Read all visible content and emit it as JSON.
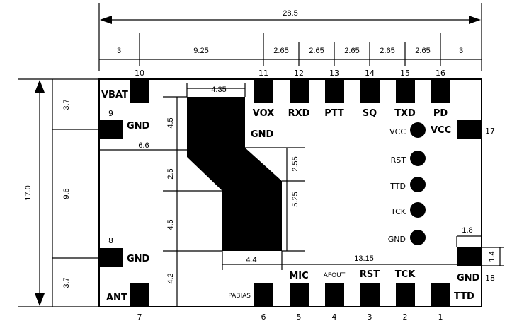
{
  "overall_width": "28.5",
  "top_dims": [
    "3",
    "9.25",
    "2.65",
    "2.65",
    "2.65",
    "2.65",
    "2.65",
    "3"
  ],
  "overall_height": "17.0",
  "left_dims": [
    "3.7",
    "9.6",
    "3.7"
  ],
  "inner_dims": {
    "w435": "4.35",
    "h45a": "4.5",
    "d66": "6.6",
    "h25": "2.5",
    "h255": "2.55",
    "h525": "5.25",
    "h45b": "4.5",
    "w44": "4.4",
    "h42": "4.2",
    "w1315": "13.15",
    "w18": "1.8",
    "h14": "1.4"
  },
  "center_label": "GND",
  "top_pins": [
    {
      "num": "10",
      "label": "VBAT"
    },
    {
      "num": "11",
      "label": "VOX"
    },
    {
      "num": "12",
      "label": "RXD"
    },
    {
      "num": "13",
      "label": "PTT"
    },
    {
      "num": "14",
      "label": "SQ"
    },
    {
      "num": "15",
      "label": "TXD"
    },
    {
      "num": "16",
      "label": "PD"
    }
  ],
  "left_pins": [
    {
      "num": "9",
      "label": "GND"
    },
    {
      "num": "8",
      "label": "GND"
    },
    {
      "num": "7",
      "label": "ANT"
    }
  ],
  "right_pins": [
    {
      "num": "17",
      "label": "VCC"
    },
    {
      "num": "18",
      "label": "GND"
    },
    {
      "label": "TTD"
    }
  ],
  "bottom_pins": [
    {
      "num": "6",
      "label": "PABIAS"
    },
    {
      "num": "5",
      "label": "MIC"
    },
    {
      "num": "4",
      "label": "AFOUT"
    },
    {
      "num": "3",
      "label": "RST"
    },
    {
      "num": "2",
      "label": "TCK"
    },
    {
      "num": "1",
      "label": "TTD"
    }
  ],
  "test_pads": [
    "VCC",
    "RST",
    "TTD",
    "TCK",
    "GND"
  ]
}
